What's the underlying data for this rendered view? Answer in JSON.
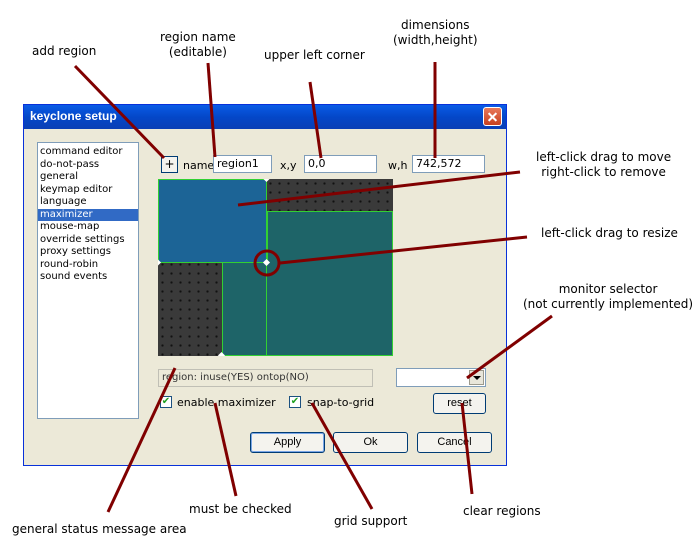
{
  "callouts": {
    "add_region": "add region",
    "region_name_1": "region name",
    "region_name_2": "(editable)",
    "upper_left": "upper left corner",
    "dimensions_1": "dimensions",
    "dimensions_2": "(width,height)",
    "move_1": "left-click drag to move",
    "move_2": "right-click to remove",
    "resize": "left-click drag to resize",
    "monitor_1": "monitor selector",
    "monitor_2": "(not currently implemented)",
    "status_area": "general status message area",
    "must_check": "must be checked",
    "grid": "grid support",
    "clear": "clear regions"
  },
  "window": {
    "title": "keyclone setup",
    "list_items": [
      "command editor",
      "do-not-pass",
      "general",
      "keymap editor",
      "language",
      "maximizer",
      "mouse-map",
      "override settings",
      "proxy settings",
      "round-robin",
      "sound events"
    ],
    "selected_item": "maximizer",
    "add_label": "+",
    "name_label": "name",
    "name_value": "region1",
    "xy_label": "x,y",
    "xy_value": "0,0",
    "wh_label": "w,h",
    "wh_value": "742,572",
    "status_text": "region:  inuse(YES)  ontop(NO)",
    "enable_label": "enable maximizer",
    "snap_label": "snap-to-grid",
    "reset_label": "reset",
    "apply_label": "Apply",
    "ok_label": "Ok",
    "cancel_label": "Cancel"
  },
  "colors": {
    "callout_line": "#800000",
    "region_border": "#32d032",
    "selection": "#316ac5"
  }
}
